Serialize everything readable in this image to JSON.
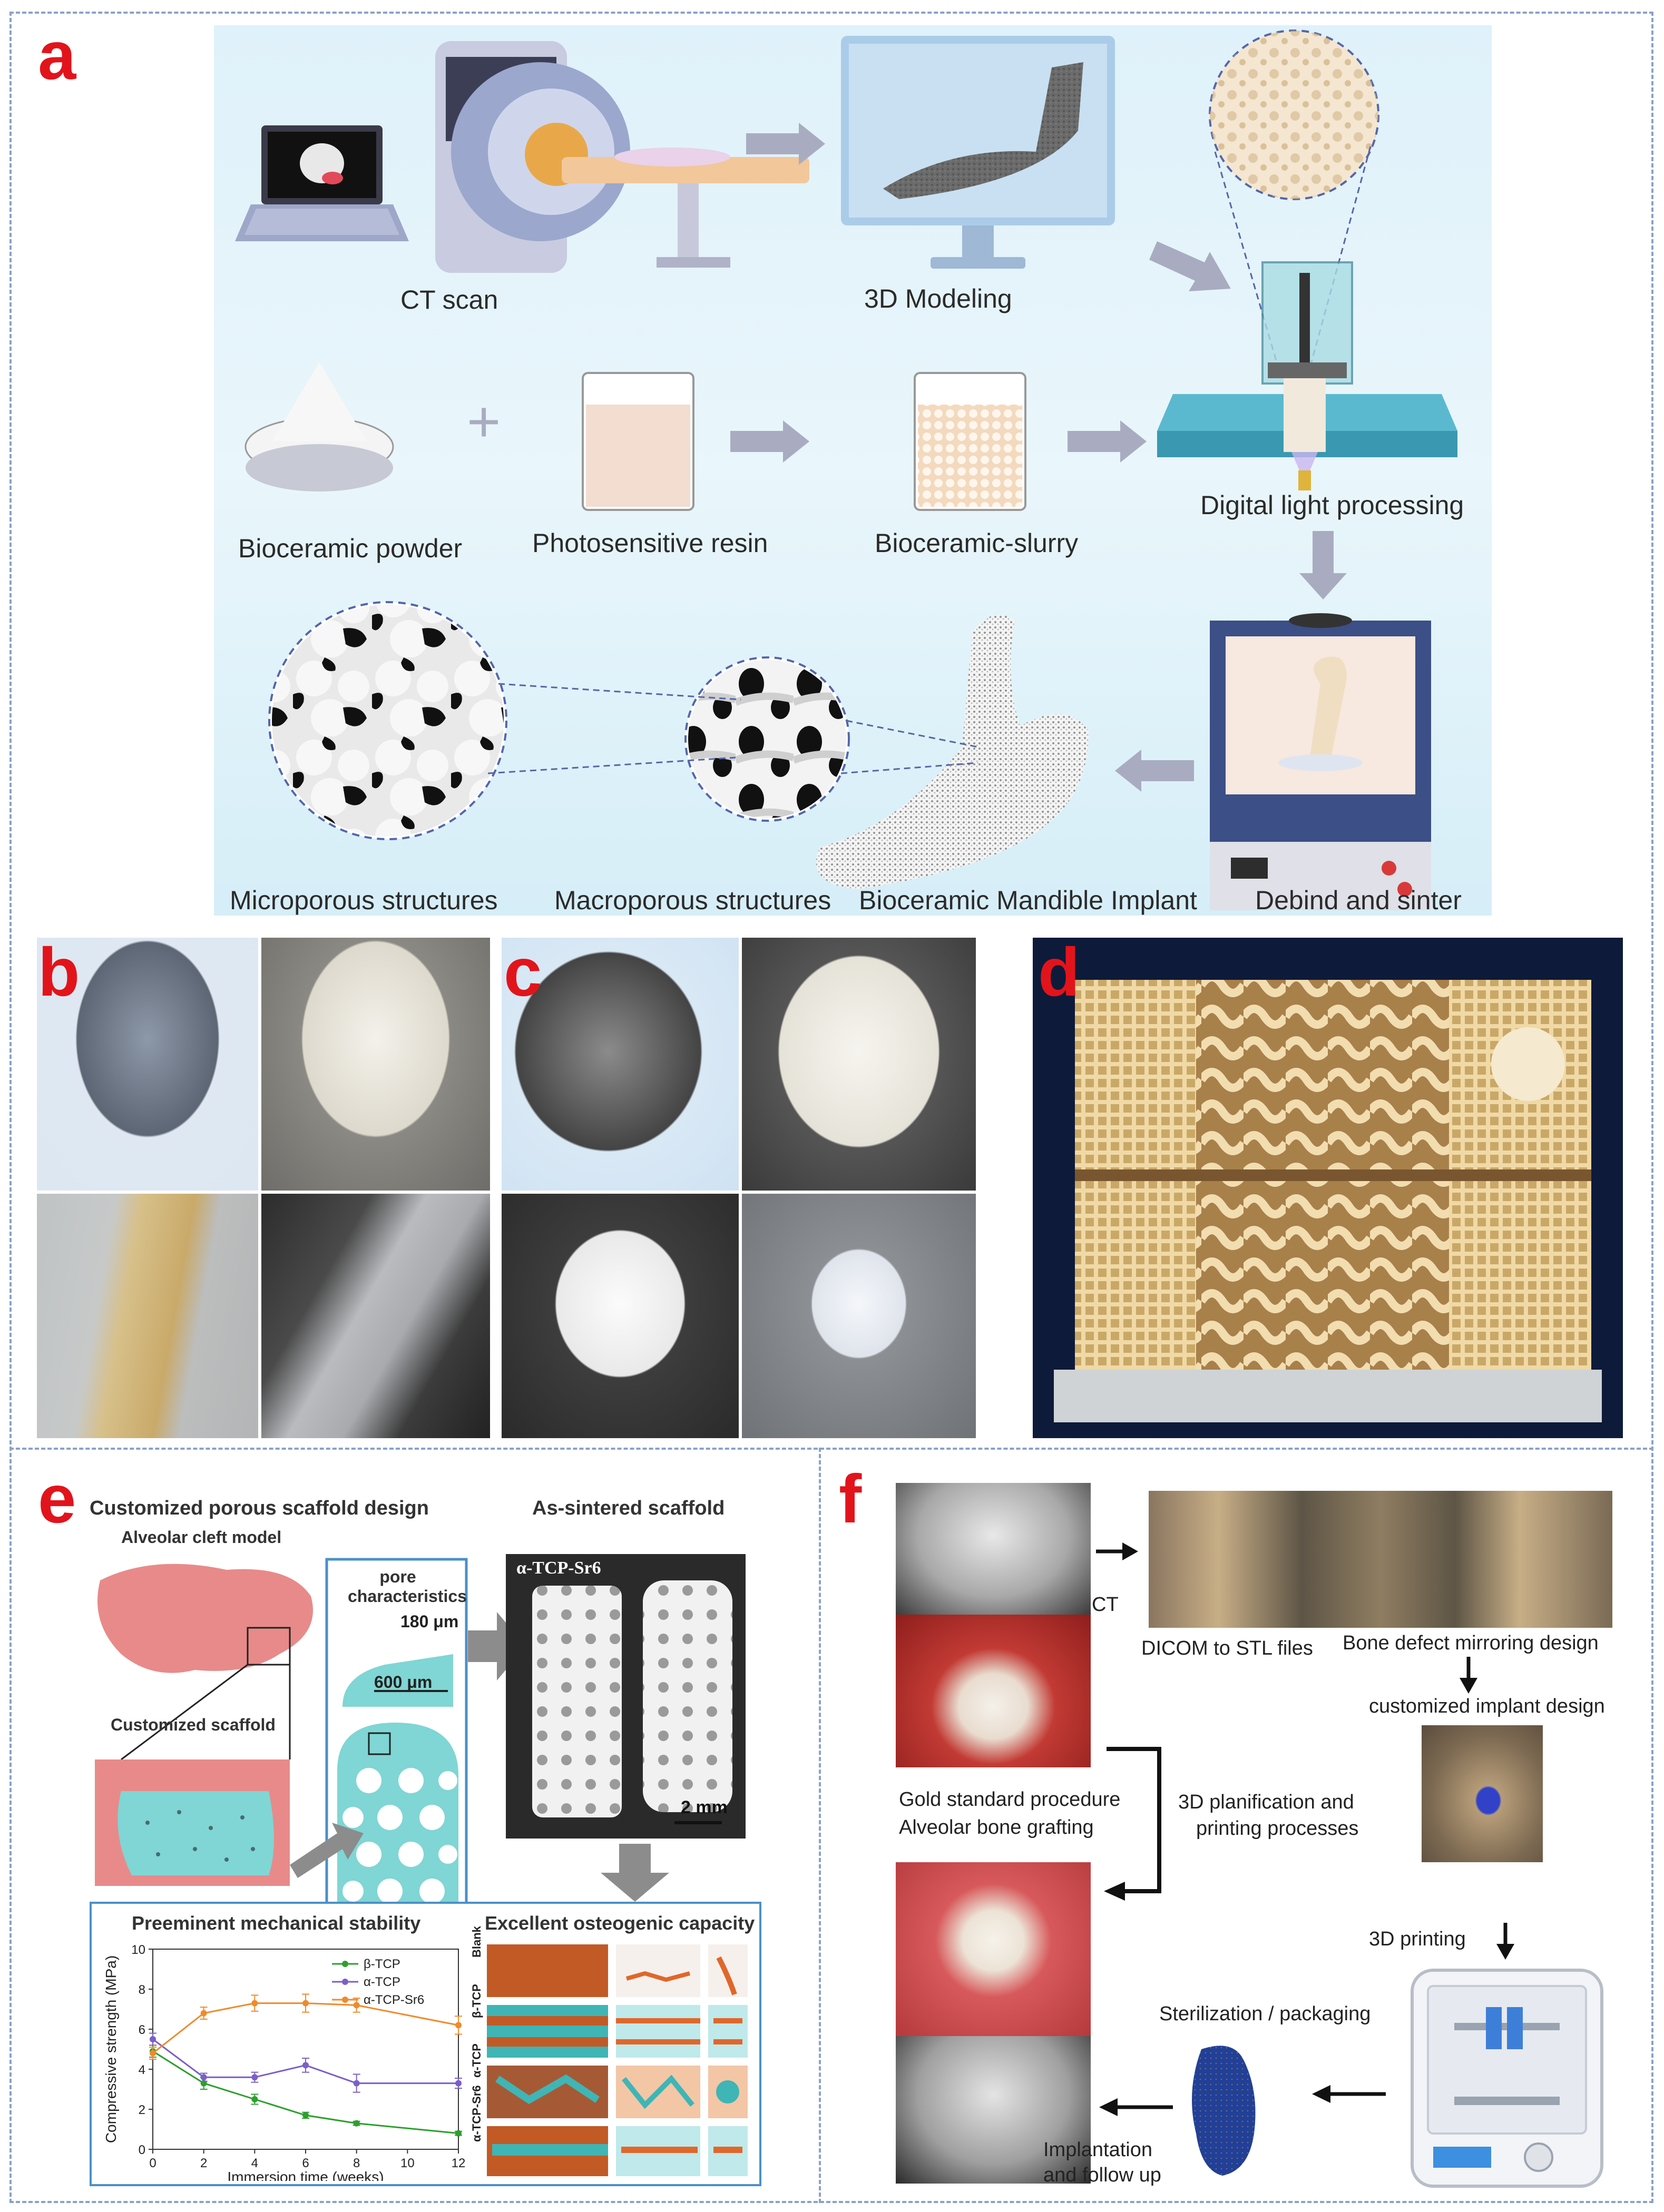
{
  "panels": {
    "a": {
      "letter": "a",
      "labels": {
        "ct_scan": "CT scan",
        "modeling": "3D Modeling",
        "dlp": "Digital light processing",
        "powder": "Bioceramic powder",
        "resin": "Photosensitive resin",
        "slurry": "Bioceramic-slurry",
        "micro": "Microporous structures",
        "macro": "Macroporous structures",
        "implant": "Bioceramic Mandible Implant",
        "sinter": "Debind and sinter"
      }
    },
    "b": {
      "letter": "b"
    },
    "c": {
      "letter": "c"
    },
    "d": {
      "letter": "d"
    },
    "e": {
      "letter": "e",
      "design_title": "Customized porous scaffold design",
      "model_label": "Alveolar cleft model",
      "pore_label": "pore characteristics",
      "pore_small": "180 μm",
      "pore_large": "600 μm",
      "scaffold_label": "Customized scaffold",
      "sintered_title": "As-sintered scaffold",
      "material": "α-TCP-Sr6",
      "scale": "2 mm",
      "mech_title": "Preeminent mechanical stability",
      "osteo_title": "Excellent osteogenic capacity",
      "osteo_rows": [
        "Blank",
        "β-TCP",
        "α-TCP",
        "α-TCP-Sr6"
      ]
    },
    "f": {
      "letter": "f",
      "ct": "CT",
      "dicom": "DICOM to STL files",
      "mirroring": "Bone defect mirroring design",
      "custom_design": "customized implant design",
      "gold_1": "Gold standard procedure",
      "gold_2": "Alveolar bone grafting",
      "planif_1": "3D planification and",
      "planif_2": "printing processes",
      "printing": "3D  printing",
      "steril": "Sterilization / packaging",
      "implant_1": "Implantation",
      "implant_2": "and follow up"
    }
  },
  "chart_data": {
    "type": "line",
    "title": "Preeminent mechanical stability",
    "xlabel": "Immersion time (weeks)",
    "ylabel": "Compressive strength (MPa)",
    "xlim": [
      0,
      12
    ],
    "ylim": [
      0,
      10
    ],
    "xticks": [
      "0",
      "2",
      "4",
      "6",
      "8",
      "10",
      "12"
    ],
    "yticks": [
      "0",
      "2",
      "4",
      "6",
      "8",
      "10"
    ],
    "x": [
      0,
      2,
      4,
      6,
      8,
      10,
      12
    ],
    "legend_position": "top-right",
    "series": [
      {
        "name": "β-TCP",
        "color": "#2ca02c",
        "x": [
          0,
          2,
          4,
          6,
          8,
          12
        ],
        "values": [
          4.9,
          3.3,
          2.5,
          1.7,
          1.3,
          0.8
        ],
        "err": [
          0.3,
          0.3,
          0.25,
          0.15,
          0.1,
          0.1
        ]
      },
      {
        "name": "α-TCP",
        "color": "#7b5fc7",
        "x": [
          0,
          2,
          4,
          6,
          8,
          12
        ],
        "values": [
          5.5,
          3.6,
          3.6,
          4.2,
          3.3,
          3.3
        ],
        "err": [
          0.3,
          0.2,
          0.25,
          0.35,
          0.45,
          0.25
        ]
      },
      {
        "name": "α-TCP-Sr6",
        "color": "#f08a2c",
        "x": [
          0,
          2,
          4,
          6,
          8,
          12
        ],
        "values": [
          4.8,
          6.8,
          7.3,
          7.3,
          7.2,
          6.2
        ],
        "err": [
          0.3,
          0.3,
          0.4,
          0.45,
          0.35,
          0.45
        ]
      }
    ]
  }
}
